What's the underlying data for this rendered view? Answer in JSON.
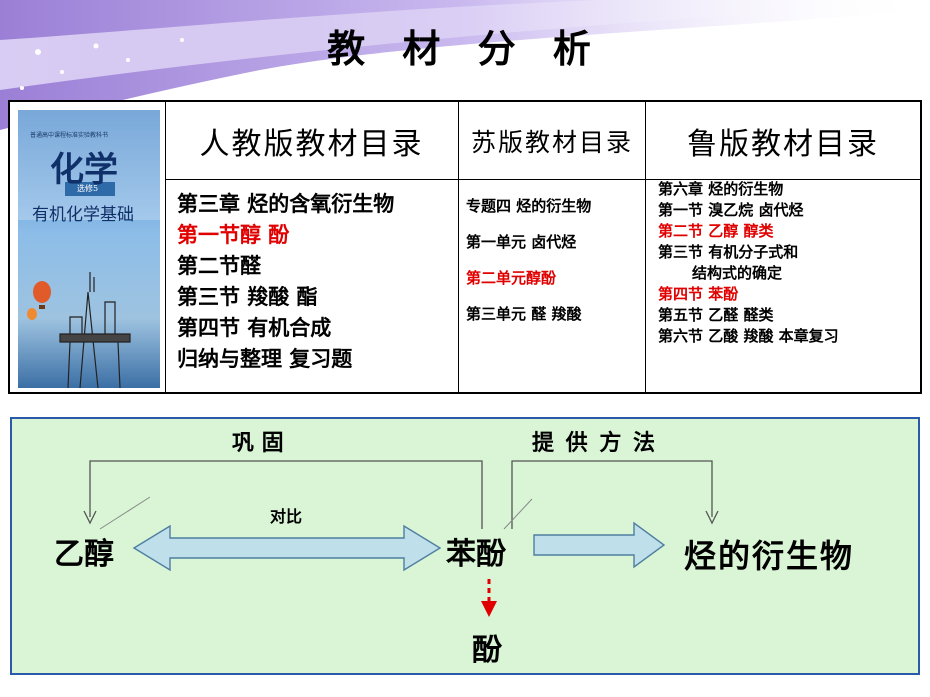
{
  "page_title": "教 材 分 析",
  "cover": {
    "main_title": "化学",
    "badge": "选修5",
    "subtitle": "有机化学基础",
    "small_lines": [
      "普通高中课程标准实验教科书"
    ]
  },
  "columns": [
    {
      "header": "人教版教材目录",
      "items": [
        {
          "text": "第三章 烃的含氧衍生物",
          "highlight": false
        },
        {
          "text": "第一节醇   酚",
          "highlight": true
        },
        {
          "text": "第二节醛",
          "highlight": false
        },
        {
          "text": "第三节 羧酸 酯",
          "highlight": false
        },
        {
          "text": "第四节 有机合成",
          "highlight": false
        },
        {
          "text": "归纳与整理   复习题",
          "highlight": false
        }
      ]
    },
    {
      "header": "苏版教材目录",
      "items": [
        {
          "text": "专题四 烃的衍生物",
          "highlight": false
        },
        {
          "text": "第一单元 卤代烃",
          "highlight": false
        },
        {
          "text": "第二单元醇酚",
          "highlight": true
        },
        {
          "text": "第三单元 醛 羧酸",
          "highlight": false
        }
      ]
    },
    {
      "header": "鲁版教材目录",
      "items": [
        {
          "text": "第六章 烃的衍生物",
          "highlight": false
        },
        {
          "text": "第一节 溴乙烷 卤代烃",
          "highlight": false
        },
        {
          "text": "第二节 乙醇 醇类",
          "highlight": true
        },
        {
          "text": "第三节 有机分子式和",
          "highlight": false
        },
        {
          "text": "结构式的确定",
          "highlight": false,
          "indent": true
        },
        {
          "text": "第四节 苯酚",
          "highlight": true
        },
        {
          "text": "第五节 乙醛 醛类",
          "highlight": false
        },
        {
          "text": "第六节 乙酸 羧酸 本章复习",
          "highlight": false
        }
      ]
    }
  ],
  "diagram": {
    "label_gonggu": "巩   固",
    "label_tigong": "提 供 方 法",
    "label_duibi": "对比",
    "node_ethanol": "乙醇",
    "node_phenol": "苯酚",
    "node_derivatives": "烃的衍生物",
    "node_fen": "酚"
  },
  "colors": {
    "highlight": "#e00000",
    "diagram_bg": "#d9f5d6",
    "diagram_border": "#2a5aa8",
    "arrow_fill": "#bfe0ea",
    "arrow_stroke": "#4f7ea0",
    "red_arrow": "#e00000"
  }
}
